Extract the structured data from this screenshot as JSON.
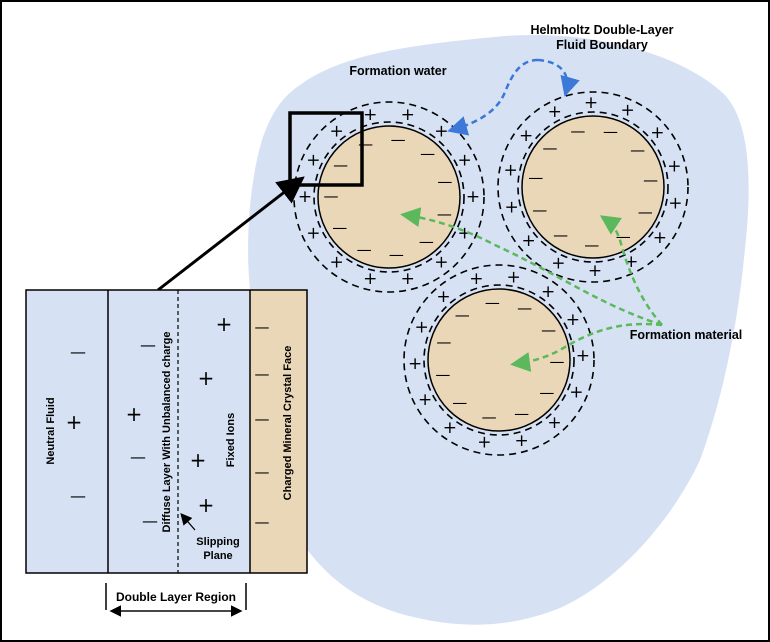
{
  "labels": {
    "helmholtz_line1": "Helmholtz Double-Layer",
    "helmholtz_line2": "Fluid Boundary",
    "formation_water": "Formation water",
    "formation_material": "Formation material",
    "neutral_fluid": "Neutral Fluid",
    "diffuse_layer": "Diffuse Layer With Unbalanced charge",
    "fixed_ions": "Fixed Ions",
    "charged_face": "Charged Mineral Crystal Face",
    "slipping_line1": "Slipping",
    "slipping_line2": "Plane",
    "double_layer_region": "Double Layer Region"
  },
  "symbols": {
    "plus": "+",
    "minus": "—"
  },
  "colors": {
    "water": "#d6e2f3",
    "grain": "#ead7b7",
    "blue_arrow": "#3c78d8",
    "green_arrow": "#5cb85c",
    "frame": "#000000"
  }
}
